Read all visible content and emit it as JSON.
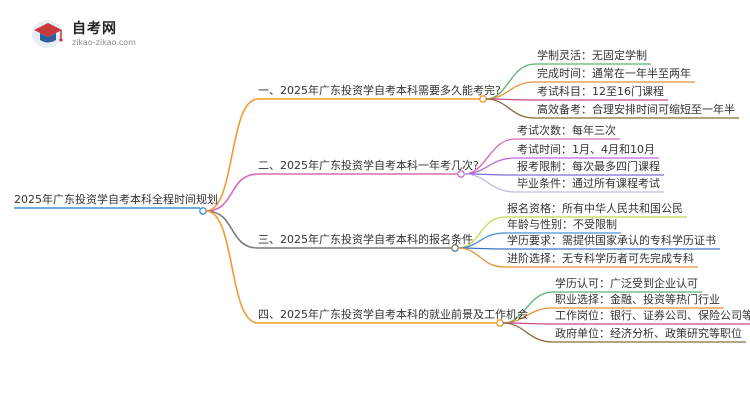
{
  "logo": {
    "title": "自考网",
    "url": "zikao-zikao.com"
  },
  "mindmap": {
    "root": "2025年广东投资学自考本科全程时间规划",
    "branches": [
      {
        "label": "一、2025年广东投资学自考本科需要多久能考完?",
        "color": "#F39A33",
        "children": [
          "学制灵活：无固定学制",
          "完成时间：通常在一年半至两年",
          "考试科目：12至16门课程",
          "高效备考：合理安排时间可缩短至一年半"
        ],
        "child_colors": [
          "#59B36A",
          "#E8913D",
          "#C74B8A",
          "#8C6A3F"
        ]
      },
      {
        "label": "二、2025年广东投资学自考本科一年考几次?",
        "color": "#D66BB9",
        "children": [
          "考试次数：每年三次",
          "考试时间：1月、4月和10月",
          "报考限制：每次最多四门课程",
          "毕业条件：通过所有课程考试"
        ],
        "child_colors": [
          "#D66BB9",
          "#B96BD6",
          "#7F6BD6",
          "#C9B8E6"
        ]
      },
      {
        "label": "三、2025年广东投资学自考本科的报名条件",
        "color": "#7A7A7A",
        "children": [
          "报名资格：所有中华人民共和国公民",
          "年龄与性别：不受限制",
          "学历要求：需提供国家承认的专科学历证书",
          "进阶选择：无专科学历者可先完成专科"
        ],
        "child_colors": [
          "#C5D84A",
          "#4A90D9",
          "#3D74C4",
          "#E8913D"
        ]
      },
      {
        "label": "四、2025年广东投资学自考本科的就业前景及工作机会",
        "color": "#F39A33",
        "children": [
          "学历认可：广泛受到企业认可",
          "职业选择：金融、投资等热门行业",
          "工作岗位：银行、证券公司、保险公司等",
          "政府单位：经济分析、政策研究等职位"
        ],
        "child_colors": [
          "#59B36A",
          "#E8913D",
          "#C74B8A",
          "#8C6A3F"
        ]
      }
    ],
    "root_color": "#3D8FD6"
  }
}
